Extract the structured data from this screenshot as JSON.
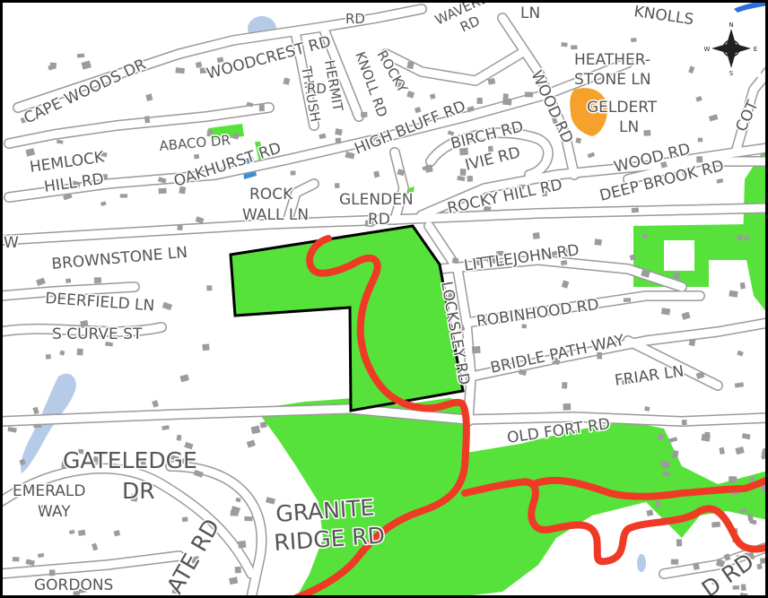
{
  "colors": {
    "parcel_fill": "#57e23b",
    "parcel_outline": "#000000",
    "trail": "#ef3a25",
    "water": "#b6cbe8",
    "pool": "#3a8fd6",
    "orange_parcel": "#f5a12b",
    "road_casing": "#9a9a9a",
    "building": "#9c9c9c",
    "label": "#555555"
  },
  "compass": {
    "icon": "compass-rose-icon",
    "n": "N",
    "s": "S",
    "e": "E",
    "w": "W"
  },
  "labels": {
    "knolls": "KNOLLS",
    "ln_top": "LN",
    "waverly_rd": "RD",
    "waverly": "WAVERLY",
    "lee_rd": "RD",
    "woodcrest_rd": "WOODCREST RD",
    "cape_woods_dr": "CAPE WOODS DR",
    "thrush": "THRUSH",
    "thrush_rd": "RD",
    "hermit": "HERMIT",
    "knoll_rd": "KNOLL RD",
    "rocky": "ROCKY",
    "high_bluff_rd": "HIGH BLUFF RD",
    "wood_rd_a": "WOOD RD",
    "heatherstone_1": "HEATHER-",
    "heatherstone_2": "STONE LN",
    "geldert_1": "GELDERT",
    "geldert_2": "LN",
    "cot": "COT",
    "abaco_dr": "ABACO DR",
    "hemlock_1": "HEMLOCK",
    "hemlock_2": "HILL RD",
    "oakhurst_rd": "OAKHURST RD",
    "birch_rd": "BIRCH RD",
    "ivie_rd": "IVIE RD",
    "wood_rd_b": "WOOD RD",
    "deep_brook_rd": "DEEP BROOK RD",
    "rocky_hill_rd": "ROCKY HILL RD",
    "rock_wall_1": "ROCK",
    "rock_wall_2": "WALL LN",
    "glenden_1": "GLENDEN",
    "glenden_2": "RD",
    "w_edge": "W",
    "brownstone_ln": "BROWNSTONE LN",
    "littlejohn_rd": "LITTLEJOHN RD",
    "deerfield_ln": "DEERFIELD LN",
    "locksley_rd": "LOCKSLEY RD",
    "robinhood_rd": "ROBINHOOD RD",
    "s_curve_st": "S CURVE ST",
    "bridle_path_way": "BRIDLE PATH WAY",
    "friar_ln": "FRIAR LN",
    "old_fort_rd": "OLD FORT RD",
    "gateledge": "GATELEDGE",
    "emerald_1": "EMERALD",
    "emerald_2": "WAY",
    "dr": "DR",
    "granite_1": "GRANITE",
    "granite_2": "RIDGE RD",
    "gate_rd": "ATE RD",
    "gordons": "GORDONS",
    "rd_bottom": "D RD"
  }
}
